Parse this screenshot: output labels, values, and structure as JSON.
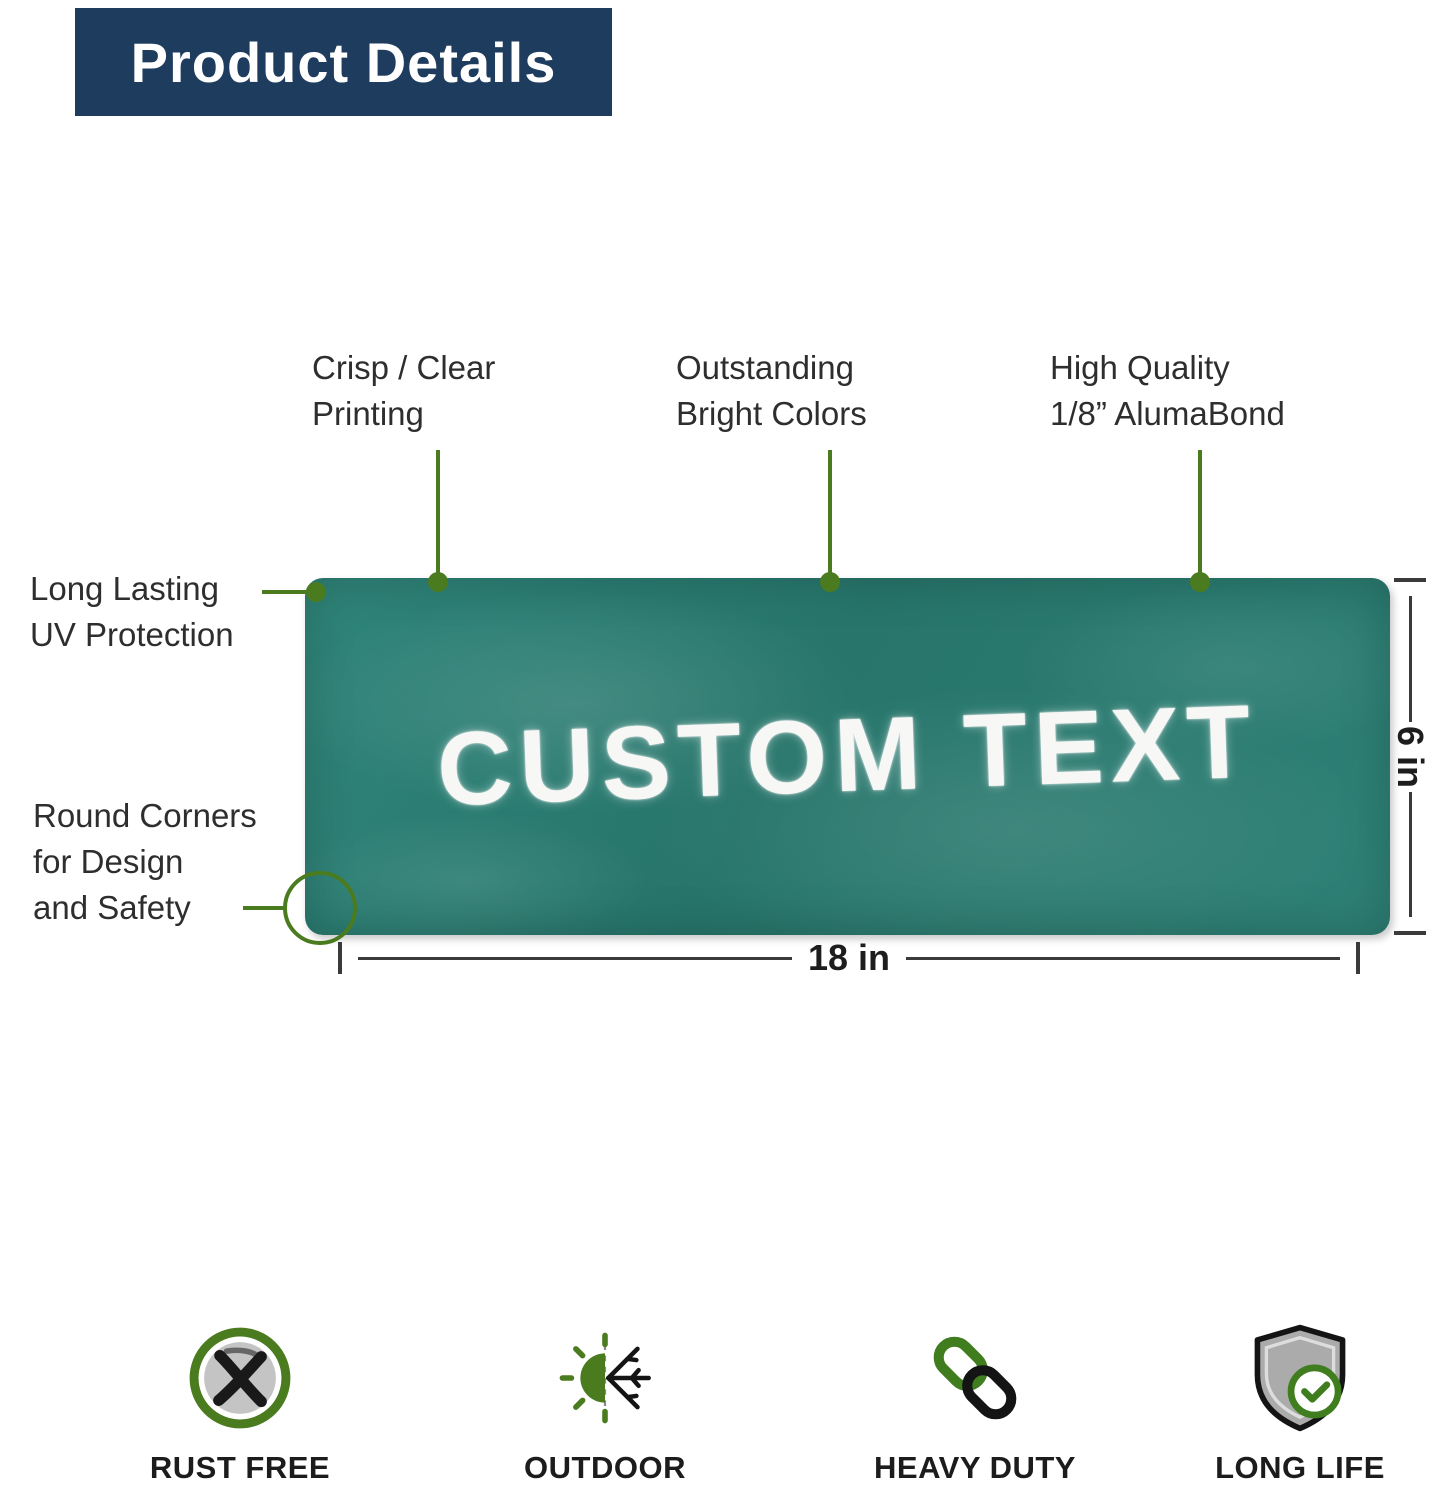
{
  "header": {
    "title": "Product Details"
  },
  "sign": {
    "text": "CUSTOM TEXT",
    "color": "#2c7e73"
  },
  "callouts": {
    "printing": {
      "lines": [
        "Crisp / Clear",
        "Printing"
      ]
    },
    "colors": {
      "lines": [
        "Outstanding",
        "Bright Colors"
      ]
    },
    "material": {
      "lines": [
        "High Quality",
        "1/8” AlumaBond"
      ]
    },
    "uv": {
      "lines": [
        "Long Lasting",
        "UV Protection"
      ]
    },
    "corners": {
      "lines": [
        "Round Corners",
        "for Design",
        "and Safety"
      ]
    }
  },
  "dimensions": {
    "width_label": "18 in",
    "height_label": "6 in"
  },
  "features": [
    {
      "icon": "rust-free-icon",
      "label": "RUST FREE"
    },
    {
      "icon": "outdoor-icon",
      "label": "OUTDOOR"
    },
    {
      "icon": "heavy-duty-icon",
      "label": "HEAVY DUTY"
    },
    {
      "icon": "long-life-icon",
      "label": "LONG LIFE"
    }
  ],
  "colors": {
    "header_bg": "#1d3c5e",
    "accent_green": "#4b7b1f",
    "sign_teal": "#2c7e73",
    "text_dark": "#2e2e2e"
  }
}
